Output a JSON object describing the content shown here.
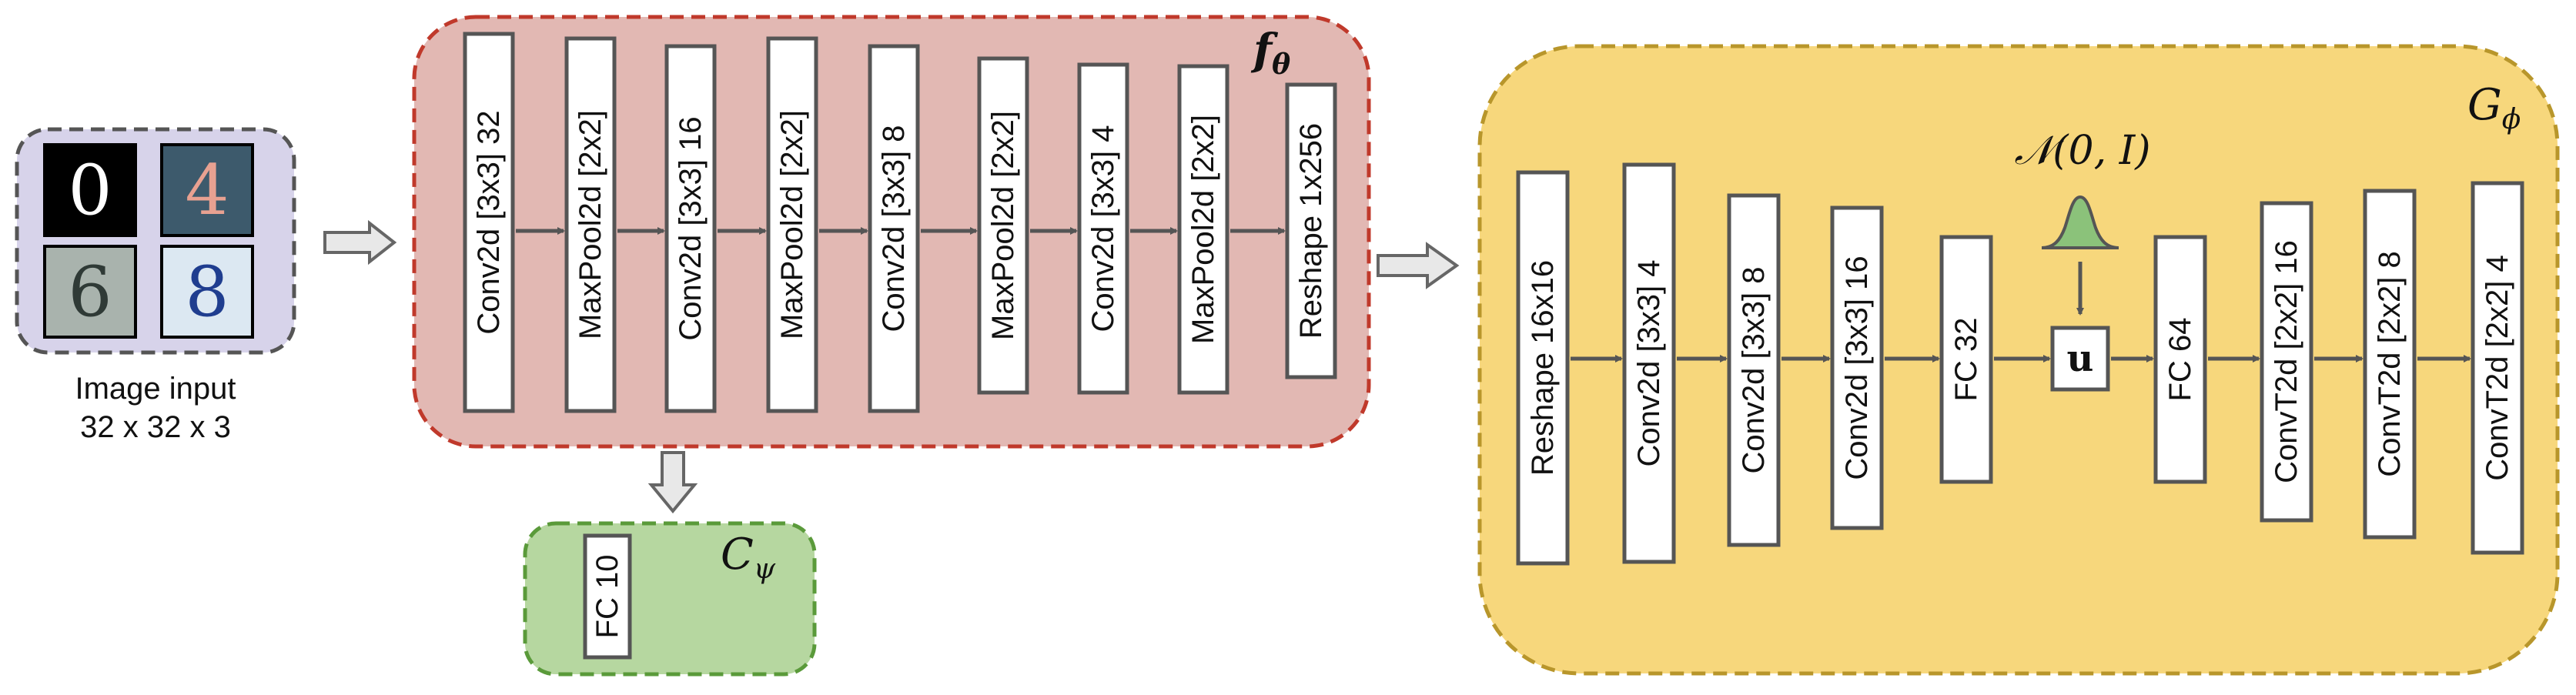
{
  "input": {
    "caption_line1": "Image input",
    "caption_line2": "32 x 32 x 3",
    "samples": [
      "0",
      "4",
      "6",
      "8"
    ]
  },
  "encoder": {
    "symbol": "f",
    "symbol_sub": "θ",
    "layers": [
      {
        "label": "Conv2d  [3x3]  32"
      },
      {
        "label": "MaxPool2d  [2x2]"
      },
      {
        "label": "Conv2d  [3x3]  16"
      },
      {
        "label": "MaxPool2d  [2x2]"
      },
      {
        "label": "Conv2d  [3x3]  8"
      },
      {
        "label": "MaxPool2d  [2x2]"
      },
      {
        "label": "Conv2d  [3x3]  4"
      },
      {
        "label": "MaxPool2d  [2x2]"
      },
      {
        "label": "Reshape  1x256"
      }
    ]
  },
  "classifier": {
    "symbol": "C",
    "symbol_sub": "ψ",
    "layers": [
      {
        "label": "FC 10"
      }
    ]
  },
  "generator": {
    "symbol": "G",
    "symbol_sub": "ϕ",
    "noise_label": "𝒩(0, I)",
    "latent_label": "u",
    "layers": [
      {
        "label": "Reshape 16x16"
      },
      {
        "label": "Conv2d  [3x3]  4"
      },
      {
        "label": "Conv2d  [3x3]  8"
      },
      {
        "label": "Conv2d  [3x3]  16"
      },
      {
        "label": "FC 32"
      },
      {
        "label": "FC  64"
      },
      {
        "label": "ConvT2d  [2x2] 16"
      },
      {
        "label": "ConvT2d  [2x2]  8"
      },
      {
        "label": "ConvT2d  [2x2]  4"
      }
    ]
  },
  "colors": {
    "input_fill": "#d7d3ea",
    "encoder_fill": "#e2b8b3",
    "encoder_border": "#c0392b",
    "classifier_fill": "#b6d7a0",
    "classifier_border": "#5a9a3a",
    "generator_fill": "#f7d77c",
    "generator_border": "#b8962b",
    "box_stroke": "#555555",
    "arrow": "#555555"
  }
}
